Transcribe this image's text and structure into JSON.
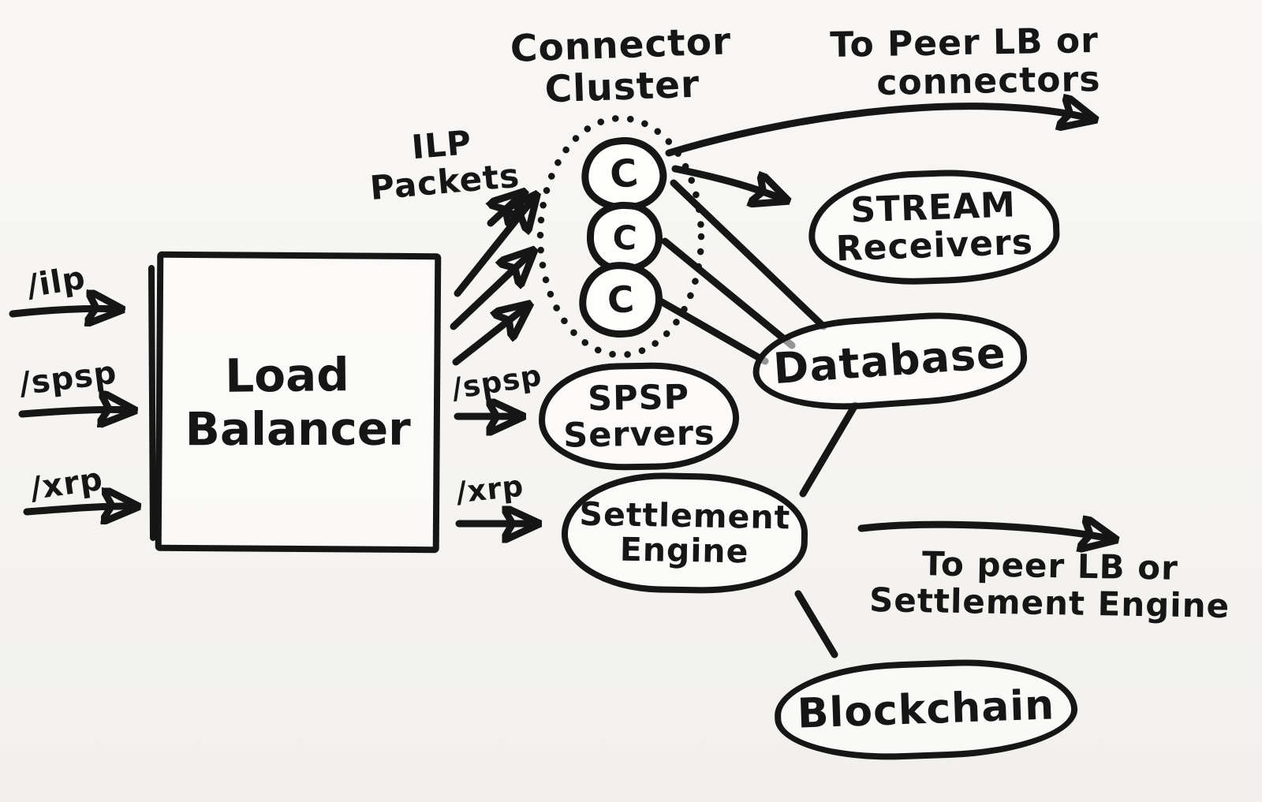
{
  "diagram": {
    "description": "Hand-drawn Interledger deployment architecture sketch",
    "colors": {
      "ink": "#161616",
      "background": "#f6f5f2"
    },
    "nodes": {
      "load_balancer": {
        "line1": "Load",
        "line2": "Balancer"
      },
      "connector_cluster": {
        "title_line1": "Connector",
        "title_line2": "Cluster",
        "instances": [
          "C",
          "C",
          "C"
        ]
      },
      "stream_receivers": {
        "line1": "STREAM",
        "line2": "Receivers"
      },
      "database": {
        "label": "Database"
      },
      "spsp_servers": {
        "line1": "SPSP",
        "line2": "Servers"
      },
      "settlement_engine": {
        "line1": "Settlement",
        "line2": "Engine"
      },
      "blockchain": {
        "label": "Blockchain"
      }
    },
    "edge_labels": {
      "inbound_ilp": "/ilp",
      "inbound_spsp": "/spsp",
      "inbound_xrp": "/xrp",
      "ilp_packets_line1": "ILP",
      "ilp_packets_line2": "Packets",
      "lb_to_spsp": "/spsp",
      "lb_to_settlement": "/xrp",
      "to_peer_connectors_line1": "To Peer LB or",
      "to_peer_connectors_line2": "connectors",
      "to_peer_settlement_line1": "To peer LB or",
      "to_peer_settlement_line2": "Settlement Engine"
    }
  }
}
